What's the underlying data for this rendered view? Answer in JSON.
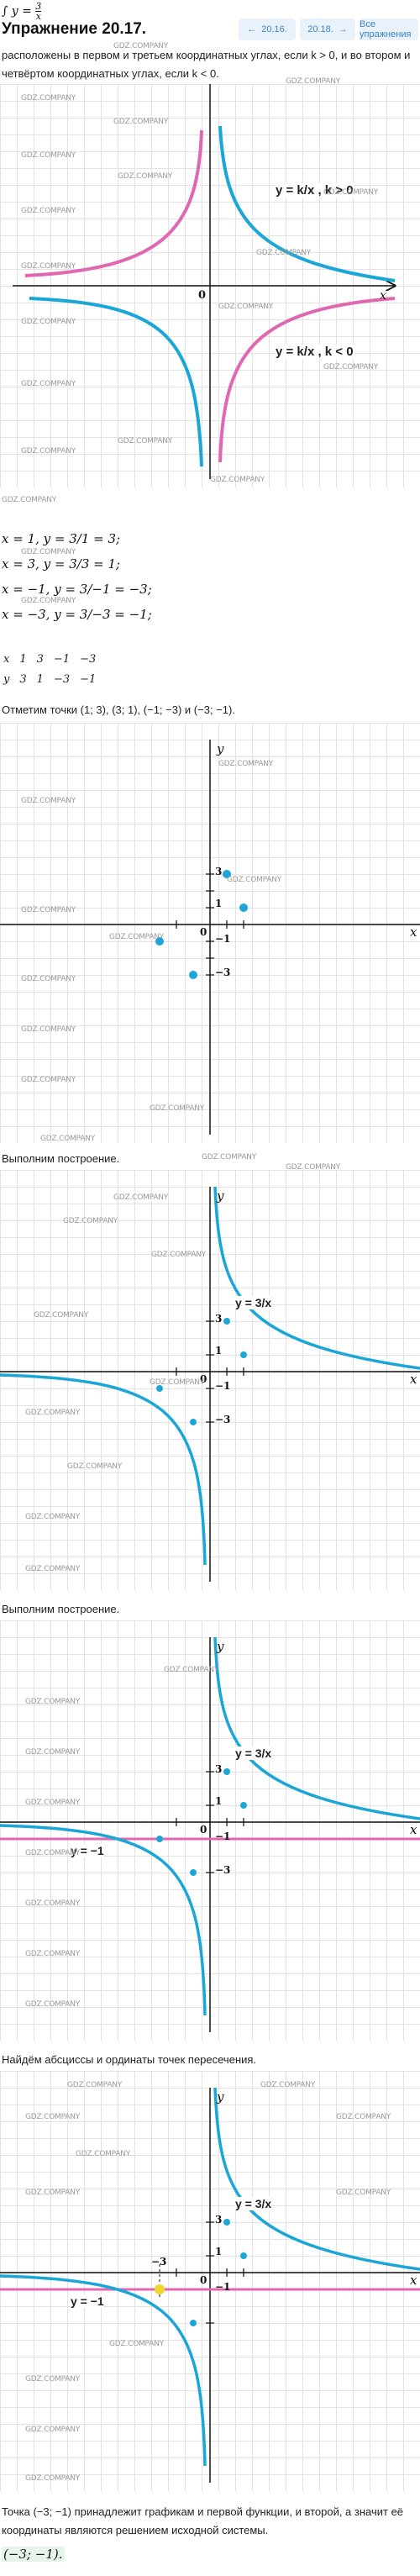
{
  "top_system": {
    "integral_sign": "∫",
    "line": "y = ",
    "frac_num": "3",
    "frac_den": "x"
  },
  "header": {
    "title": "Упражнение 20.17.",
    "prev_label": "20.16.",
    "next_label": "20.18.",
    "all_label": "Все упражнения"
  },
  "watermark": "GDZ.COMPANY",
  "intro_text": "расположены в первом и третьем координатных углах, если k > 0, и во втором и четвёртом координатных углах, если k < 0.",
  "graph1": {
    "label_pos": "y = k/x , k > 0",
    "label_neg": "y = k/x , k < 0",
    "origin": "0",
    "x_axis": "x"
  },
  "calc_lines": [
    "x = 1, y = 3/1 = 3;",
    "x = 3, y = 3/3 = 1;",
    "x = −1, y = 3/−1 = −3;",
    "x = −3, y = 3/−3 = −1;"
  ],
  "value_table": {
    "row_x": [
      "x",
      "1",
      "3",
      "−1",
      "−3"
    ],
    "row_y": [
      "y",
      "3",
      "1",
      "−3",
      "−1"
    ]
  },
  "points_text": "Отметим точки (1; 3), (3; 1), (−1; −3) и (−3; −1).",
  "graph2": {
    "y_axis": "y",
    "x_axis": "x",
    "tick_3": "3",
    "tick_1": "1",
    "tick_m1": "−1",
    "tick_m3": "−3",
    "origin": "0"
  },
  "build_text_1": "Выполним построение.",
  "graph3": {
    "y_axis": "y",
    "x_axis": "x",
    "curve_label": "y = 3/x",
    "tick_3": "3",
    "tick_1": "1",
    "tick_m1": "−1",
    "tick_m3": "−3",
    "origin": "0"
  },
  "build_text_2": "Выполним построение.",
  "graph4": {
    "y_axis": "y",
    "x_axis": "x",
    "curve_label": "y = 3/x",
    "line_label": "y = −1",
    "tick_3": "3",
    "tick_1": "1",
    "tick_m1": "−1",
    "tick_m3": "−3",
    "origin": "0"
  },
  "intersect_text": "Найдём абсциссы и ординаты точек пересечения.",
  "graph5": {
    "y_axis": "y",
    "x_axis": "x",
    "curve_label": "y = 3/x",
    "line_label": "y = −1",
    "tick_3": "3",
    "tick_1": "1",
    "tick_m1": "−1",
    "tick_m3": "−3",
    "origin": "0"
  },
  "conclusion_text": "Точка (−3; −1) принадлежит графикам и первой функции, и второй, а значит её координаты являются решением исходной системы.",
  "answer": "(−3; −1).",
  "colors": {
    "blue": "#1aa6d6",
    "pink": "#e067b2",
    "yellow": "#f2d531",
    "nav_bg": "#e9f2fb",
    "nav_text": "#3a86c8"
  }
}
